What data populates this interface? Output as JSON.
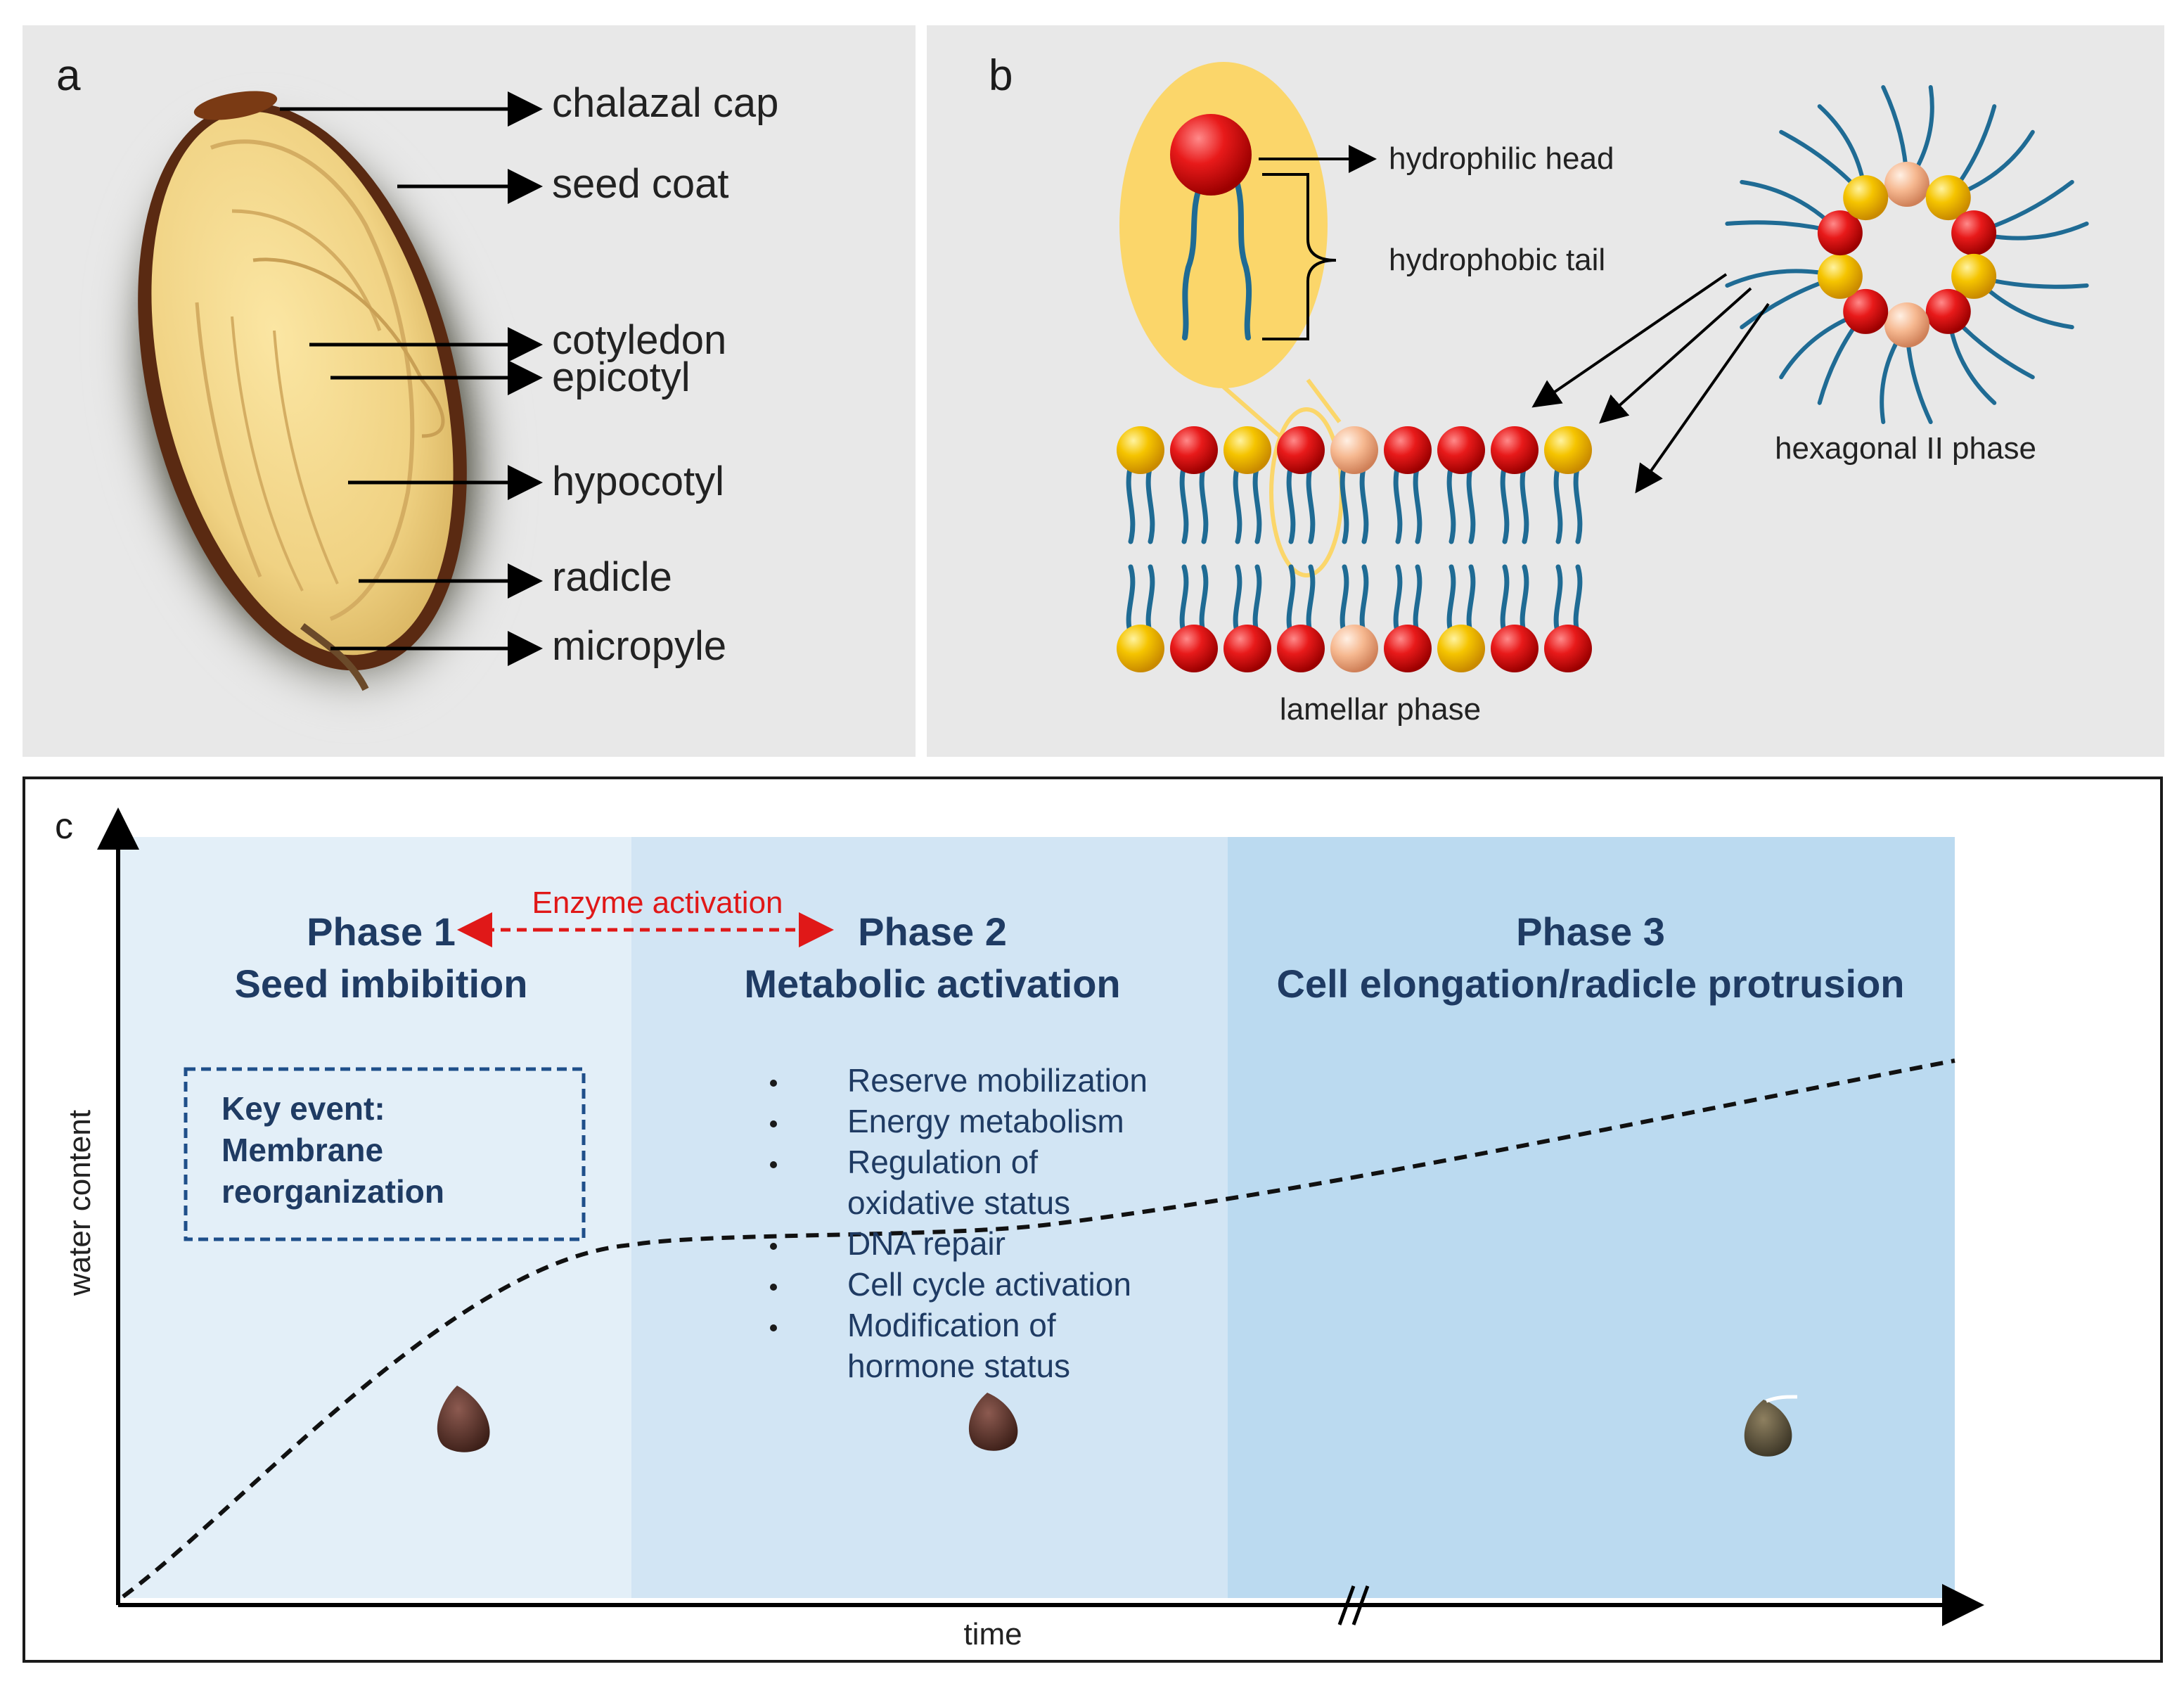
{
  "panel_a": {
    "letter": "a",
    "labels": [
      {
        "key": "chalazal_cap",
        "text": "chalazal cap"
      },
      {
        "key": "seed_coat",
        "text": "seed coat"
      },
      {
        "key": "cotyledon",
        "text": "cotyledon"
      },
      {
        "key": "epicotyl",
        "text": "epicotyl"
      },
      {
        "key": "hypocotyl",
        "text": "hypocotyl"
      },
      {
        "key": "radicle",
        "text": "radicle"
      },
      {
        "key": "micropyle",
        "text": "micropyle"
      }
    ]
  },
  "panel_b": {
    "letter": "b",
    "hydrophilic_head": "hydrophilic head",
    "hydrophobic_tail": "hydrophobic tail",
    "lamellar_phase": "lamellar  phase",
    "hexagonal_phase": "hexagonal  II phase",
    "colors": {
      "red": "#e01818",
      "yellow": "#f2c200",
      "peach": "#f2b48c",
      "tail": "#1f6b94",
      "oval": "#fbd66a"
    }
  },
  "panel_c": {
    "letter": "c",
    "y_axis_label": "water content",
    "x_axis_label": "time",
    "enzyme_activation": "Enzyme  activation",
    "phase1": {
      "title": "Phase 1",
      "subtitle": "Seed imbibition"
    },
    "phase2": {
      "title": "Phase 2",
      "subtitle": "Metabolic activation"
    },
    "phase3": {
      "title": "Phase 3",
      "subtitle": "Cell elongation/radicle protrusion"
    },
    "key_event": [
      "Key event:",
      "Membrane",
      "reorganization"
    ],
    "bullets": [
      [
        "Reserve mobilization"
      ],
      [
        "Energy metabolism"
      ],
      [
        "Regulation of",
        "oxidative status"
      ],
      [
        "DNA repair"
      ],
      [
        "Cell cycle activation"
      ],
      [
        "Modification of",
        "hormone status"
      ]
    ],
    "colors": {
      "phase1_bg": "#e3eff8",
      "phase2_bg": "#d2e5f4",
      "phase3_bg": "#bbdaf0",
      "title_color": "#1f3b63",
      "enzyme_color": "#e01818"
    }
  }
}
